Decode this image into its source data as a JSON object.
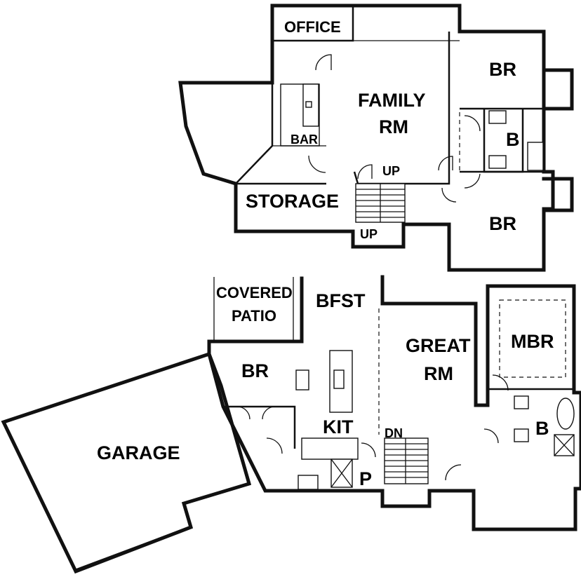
{
  "upper_floor": {
    "office": "OFFICE",
    "family_rm_line1": "FAMILY",
    "family_rm_line2": "RM",
    "br_top": "BR",
    "bath": "B",
    "br_bottom": "BR",
    "bar": "BAR",
    "storage": "STORAGE",
    "stair_up_top": "UP",
    "stair_up_bottom": "UP"
  },
  "lower_floor": {
    "covered_patio_line1": "COVERED",
    "covered_patio_line2": "PATIO",
    "bfst": "BFST",
    "br": "BR",
    "great_rm_line1": "GREAT",
    "great_rm_line2": "RM",
    "mbr": "MBR",
    "garage": "GARAGE",
    "kit": "KIT",
    "dn": "DN",
    "pantry": "P",
    "master_bath": "B"
  }
}
